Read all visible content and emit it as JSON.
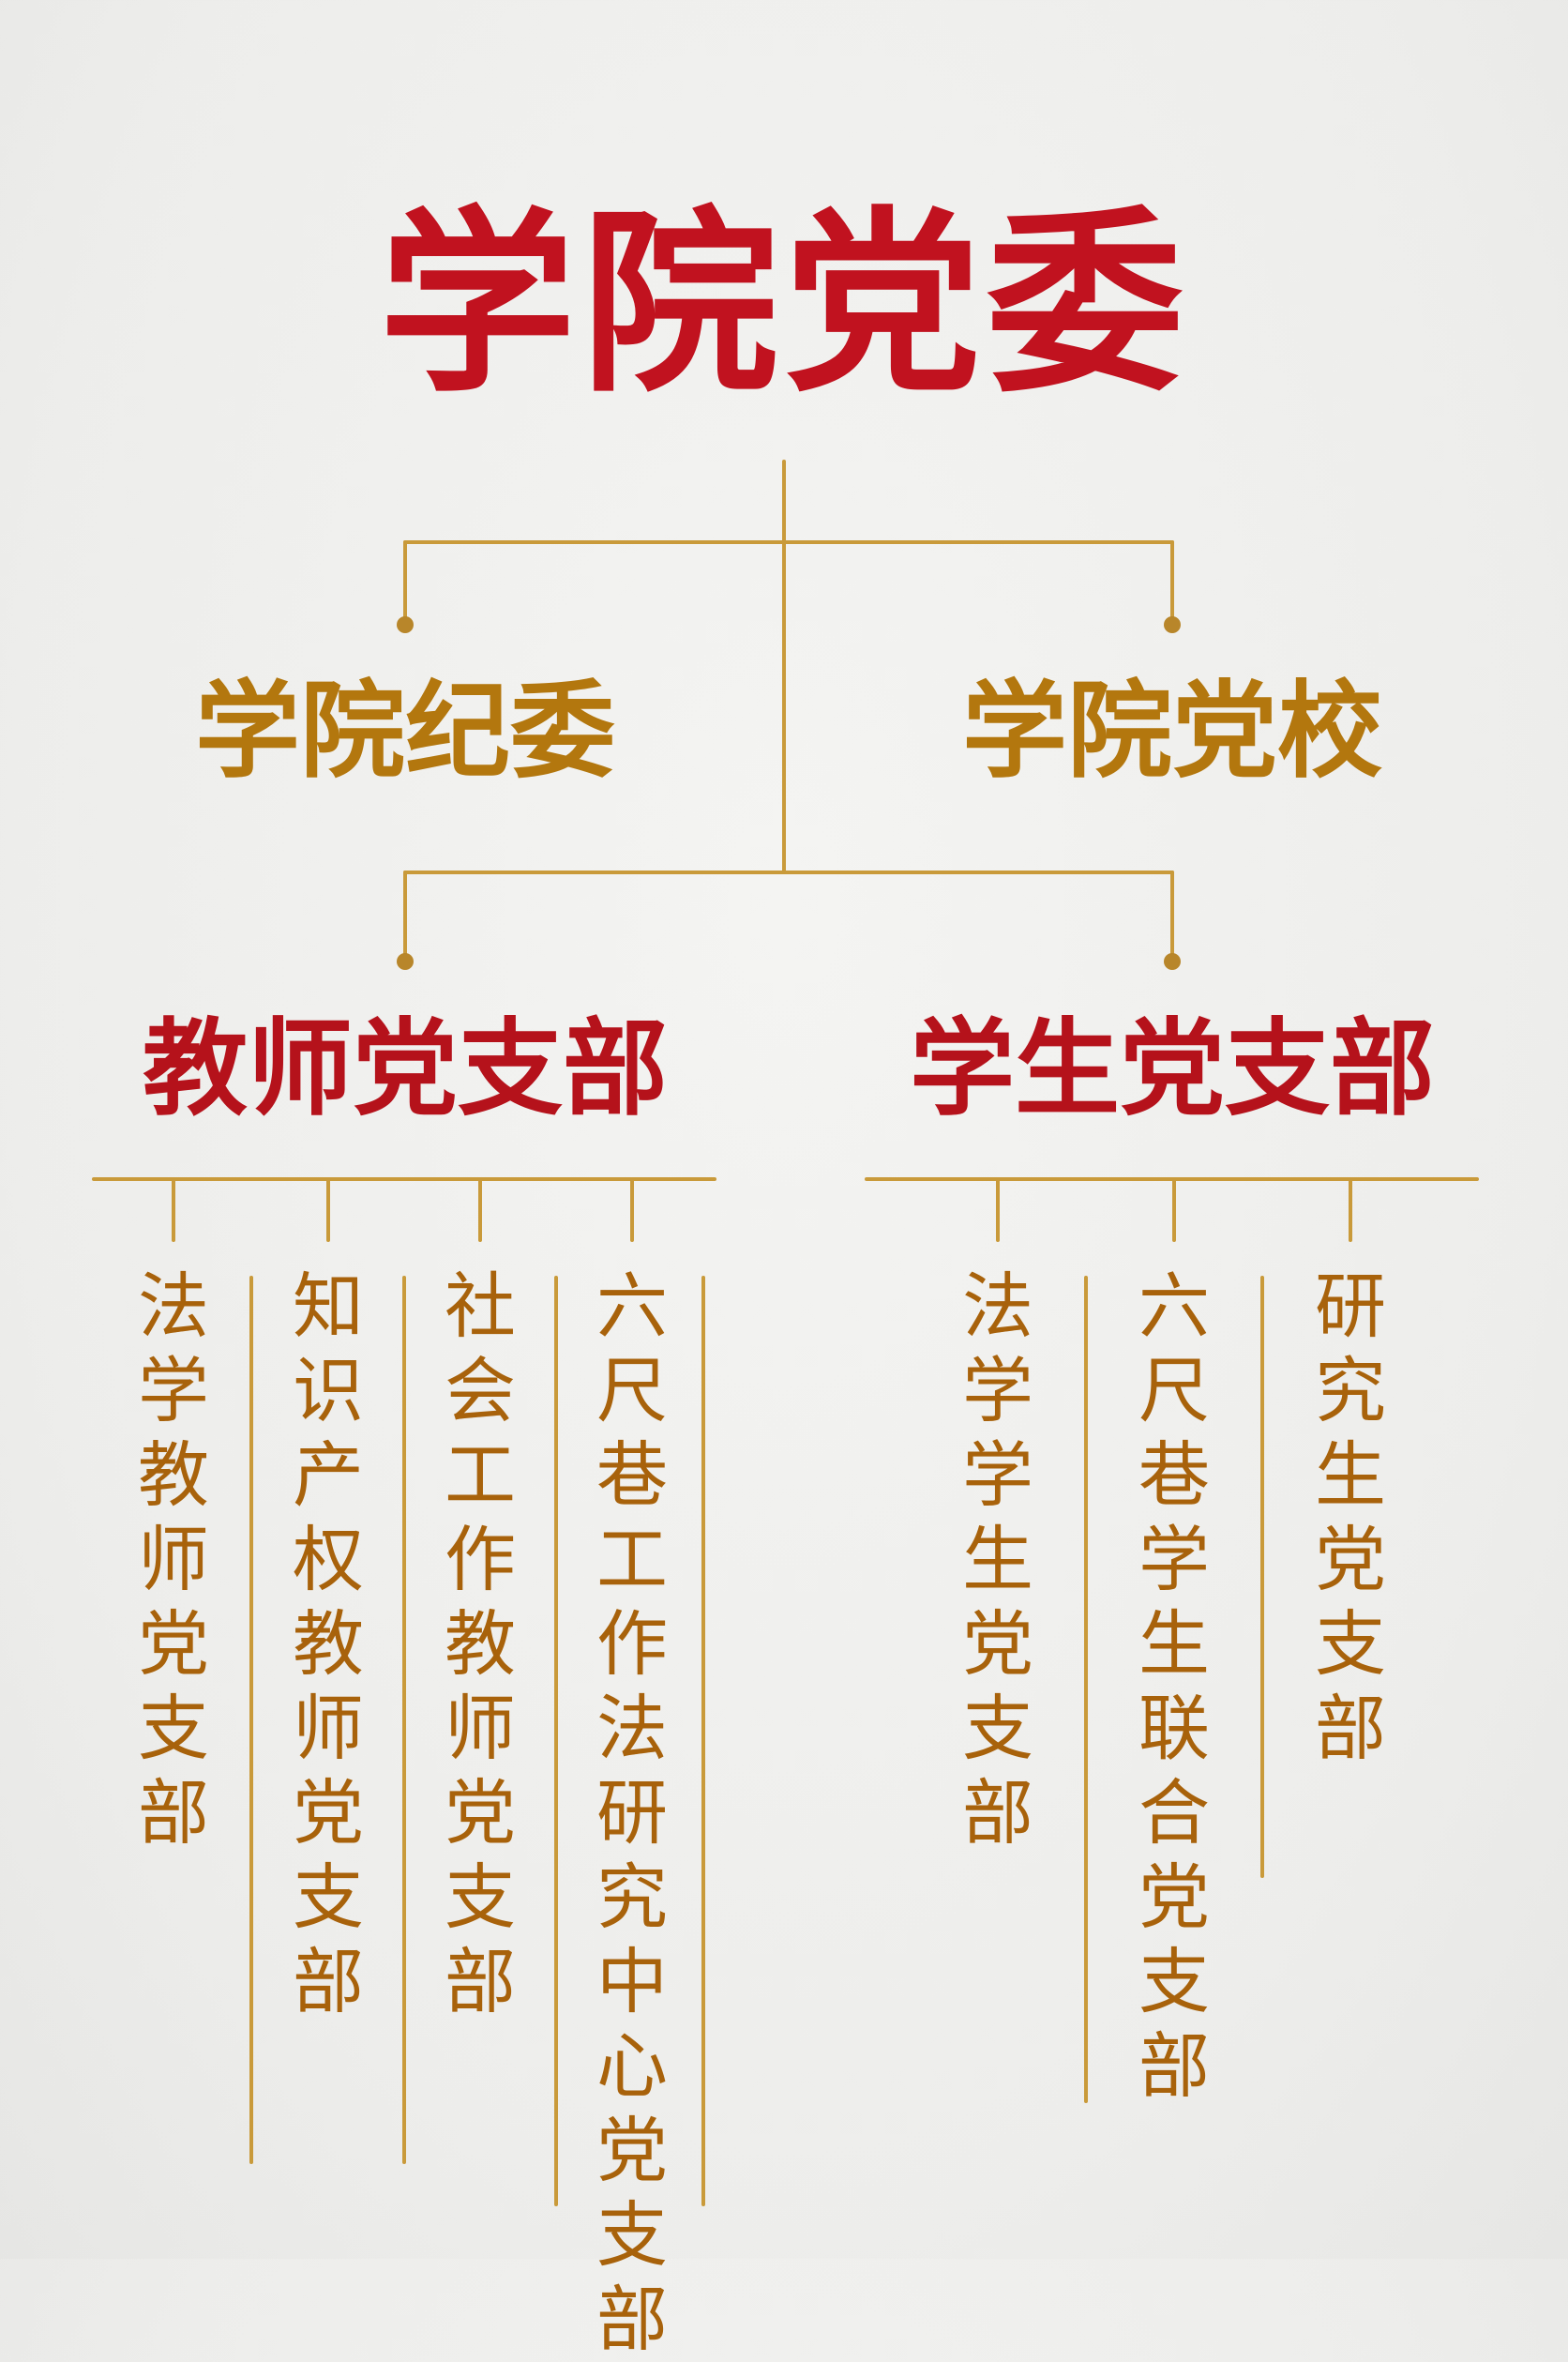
{
  "colors": {
    "accent_red": "#c1121f",
    "gold": "#b3770e",
    "line": "#c99a3a"
  },
  "root": {
    "label": "学院党委"
  },
  "level2": {
    "left": "学院纪委",
    "right": "学院党校"
  },
  "level3": {
    "left": "教师党支部",
    "right": "学生党支部"
  },
  "teacher_branches": [
    "法学教师党支部",
    "知识产权教师党支部",
    "社会工作教师党支部",
    "六尺巷工作法研究中心党支部"
  ],
  "student_branches": [
    "法学学生党支部",
    "六尺巷学生联合党支部",
    "研究生党支部"
  ]
}
